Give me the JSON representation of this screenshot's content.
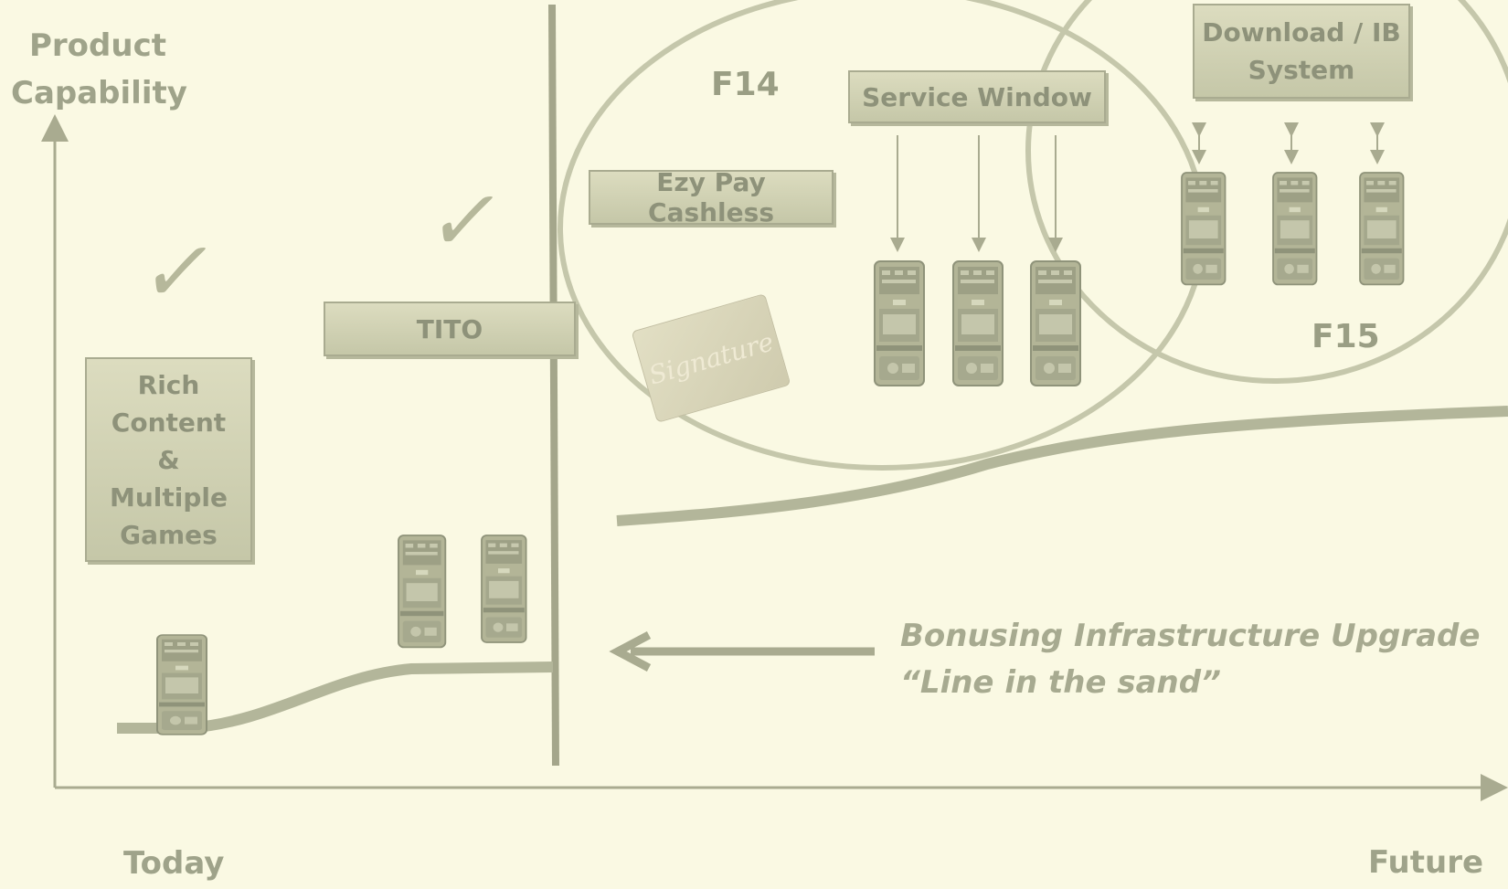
{
  "axes": {
    "y_label": "Product\nCapability",
    "x_start": "Today",
    "x_end": "Future"
  },
  "boxes": {
    "rich_content": "Rich\nContent\n&\nMultiple\nGames",
    "tito": "TITO",
    "ezy_pay": "Ezy Pay Cashless",
    "service_window": "Service Window",
    "download": "Download / IB\nSystem"
  },
  "regions": {
    "f14": "F14",
    "f15": "F15"
  },
  "annotation": {
    "line1": "Bonusing Infrastructure Upgrade",
    "line2": "“Line in the sand”"
  },
  "icons": [
    "check-icon",
    "slot-machine-icon",
    "signature-card-icon",
    "arrow-left-icon"
  ],
  "colors": {
    "background": "#faf9e3",
    "ink": "#a9ab90",
    "box": "#c9cbad"
  }
}
